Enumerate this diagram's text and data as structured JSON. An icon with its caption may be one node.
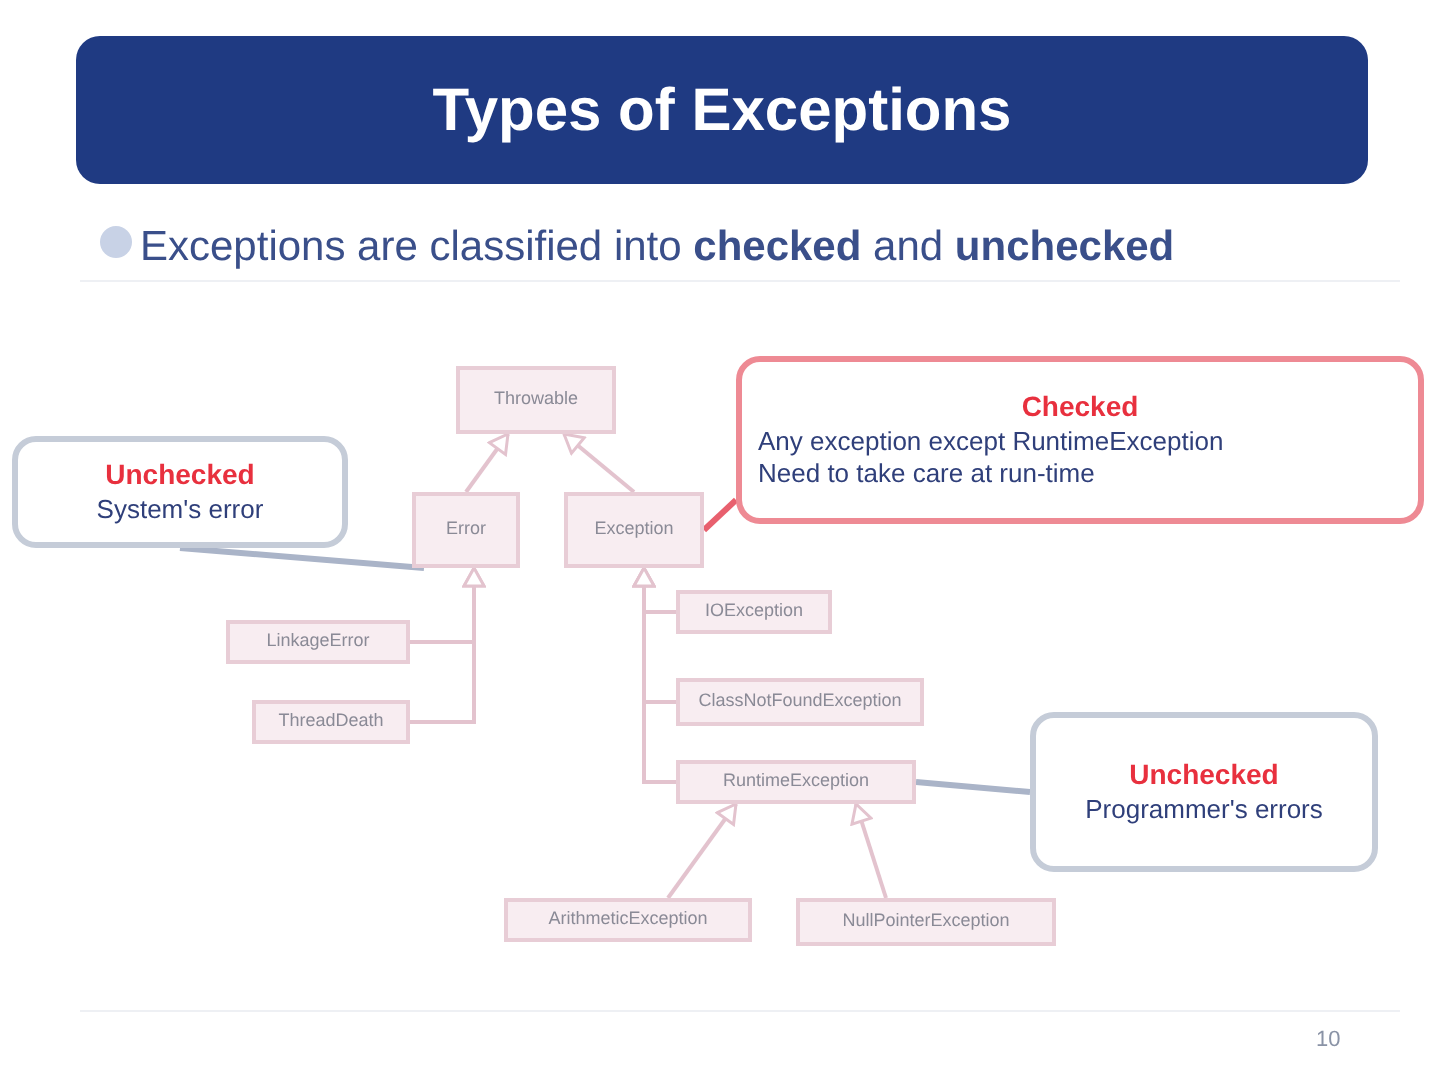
{
  "diagram": {
    "title": "Types of Exceptions",
    "nodes": [
      {
        "text": [
          "Throwable"
        ]
      },
      {
        "text": [
          "Error"
        ]
      },
      {
        "text": [
          "Exception"
        ]
      },
      {
        "text": [
          "Unchecked",
          "System's error"
        ]
      },
      {
        "text": [
          "Checked",
          "Any exception except RuntimeException",
          "Need to take care at run-time"
        ]
      },
      {
        "text": [
          "LinkageError"
        ]
      },
      {
        "text": [
          "ThreadDeath"
        ]
      },
      {
        "text": [
          "IOException"
        ]
      },
      {
        "text": [
          "ClassNotFoundException"
        ]
      },
      {
        "text": [
          "RuntimeException"
        ]
      },
      {
        "text": [
          "Unchecked",
          "Programmer's errors"
        ]
      },
      {
        "text": [
          "ArithmeticException"
        ]
      },
      {
        "text": [
          "NullPointerException"
        ]
      }
    ],
    "edges": [
      {
        "from": 1,
        "to": 0,
        "arrow": "to"
      },
      {
        "from": 2,
        "to": 0,
        "arrow": "to"
      },
      {
        "from": 5,
        "to": 1,
        "arrow": "to"
      },
      {
        "from": 6,
        "to": 1,
        "arrow": "to"
      },
      {
        "from": 7,
        "to": 2,
        "arrow": "to"
      },
      {
        "from": 8,
        "to": 2,
        "arrow": "to"
      },
      {
        "from": 9,
        "to": 2,
        "arrow": "to"
      },
      {
        "from": 11,
        "to": 9,
        "arrow": "to"
      },
      {
        "from": 12,
        "to": 9,
        "arrow": "to"
      },
      {
        "from": 3,
        "to": 1,
        "arrow": "none",
        "color": "#aab4c8"
      },
      {
        "from": 4,
        "to": 2,
        "arrow": "none",
        "color": "#e8606e"
      },
      {
        "from": 10,
        "to": 9,
        "arrow": "none",
        "color": "#aab4c8"
      }
    ],
    "labels": [
      "Exceptions are classified into **checked** and **unchecked**",
      "10"
    ]
  }
}
